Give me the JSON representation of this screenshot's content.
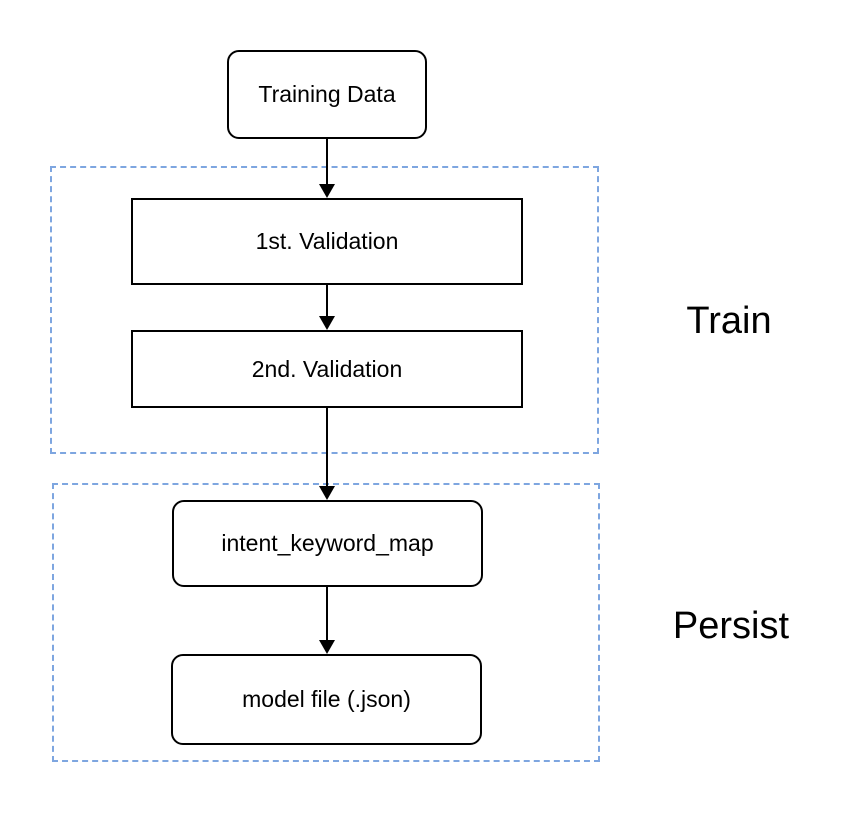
{
  "diagram": {
    "title": "training pipeline flowchart",
    "nodes": [
      {
        "id": "training-data",
        "label": "Training Data",
        "shape": "rounded-rectangle"
      },
      {
        "id": "first-validation",
        "label": "1st. Validation",
        "shape": "rectangle"
      },
      {
        "id": "second-validation",
        "label": "2nd. Validation",
        "shape": "rectangle"
      },
      {
        "id": "intent-keyword-map",
        "label": "intent_keyword_map",
        "shape": "rounded-rectangle"
      },
      {
        "id": "model-file",
        "label": "model file (.json)",
        "shape": "rounded-rectangle"
      }
    ],
    "groups": [
      {
        "id": "train",
        "label": "Train",
        "contains": [
          "first-validation",
          "second-validation"
        ]
      },
      {
        "id": "persist",
        "label": "Persist",
        "contains": [
          "intent-keyword-map",
          "model-file"
        ]
      }
    ],
    "edges": [
      {
        "from": "training-data",
        "to": "first-validation"
      },
      {
        "from": "first-validation",
        "to": "second-validation"
      },
      {
        "from": "second-validation",
        "to": "intent-keyword-map"
      },
      {
        "from": "intent-keyword-map",
        "to": "model-file"
      }
    ],
    "colors": {
      "background": "#ffffff",
      "node_fill": "#ffffff",
      "node_border": "#000000",
      "group_border_dashed": "#7ea6e0",
      "arrow": "#000000",
      "text": "#000000"
    }
  }
}
